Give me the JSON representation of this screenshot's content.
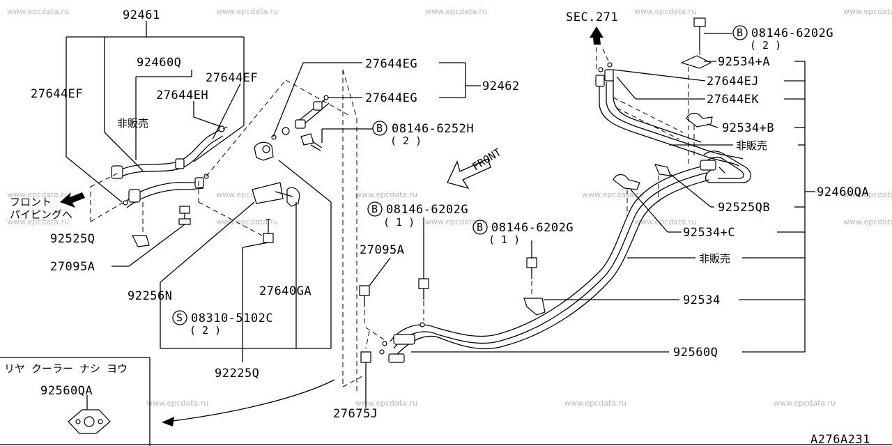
{
  "watermark": "www.epcdata.ru",
  "drawing_code": "A276A231",
  "parts": {
    "p92461": "92461",
    "p92460q": "92460Q",
    "p27644ef_left": "27644EF",
    "p27644ef_mid": "27644EF",
    "p27644eh": "27644EH",
    "not_for_sale_1": "非販売",
    "front_piping": [
      "フロント",
      "パイピングへ"
    ],
    "p92525q": "92525Q",
    "p27095a_left": "27095A",
    "p92256n": "92256N",
    "p08310": "08310-5102C",
    "p08310_qty": "( 2 )",
    "p27640ga": "27640GA",
    "p92225q": "92225Q",
    "p27644eg_1": "27644EG",
    "p27644eg_2": "27644EG",
    "p92462": "92462",
    "p08146_6252h": "08146-6252H",
    "p08146_6252h_qty": "( 2 )",
    "front_label": "FRONT",
    "p08146_6202g_a": "08146-6202G",
    "p08146_6202g_a_qty": "( 1 )",
    "p08146_6202g_b": "08146-6202G",
    "p08146_6202g_b_qty": "( 1 )",
    "p27095a_mid": "27095A",
    "p27675j": "27675J",
    "sec271": "SEC.271",
    "p08146_6202g_top": "08146-6202G",
    "p08146_6202g_top_qty": "( 2 )",
    "p92534a": "92534+A",
    "p27644ej": "27644EJ",
    "p27644ek": "27644EK",
    "p92534b": "92534+B",
    "not_for_sale_2": "非販売",
    "p92460qa": "92460QA",
    "p92525qb": "92525QB",
    "p92534c": "92534+C",
    "not_for_sale_3": "非販売",
    "p92534": "92534",
    "p92560q": "92560Q",
    "bolt_b": "B",
    "bolt_s": "S"
  },
  "inset": {
    "title": "リヤ クーラー ナシ ヨウ",
    "part": "92560QA"
  }
}
